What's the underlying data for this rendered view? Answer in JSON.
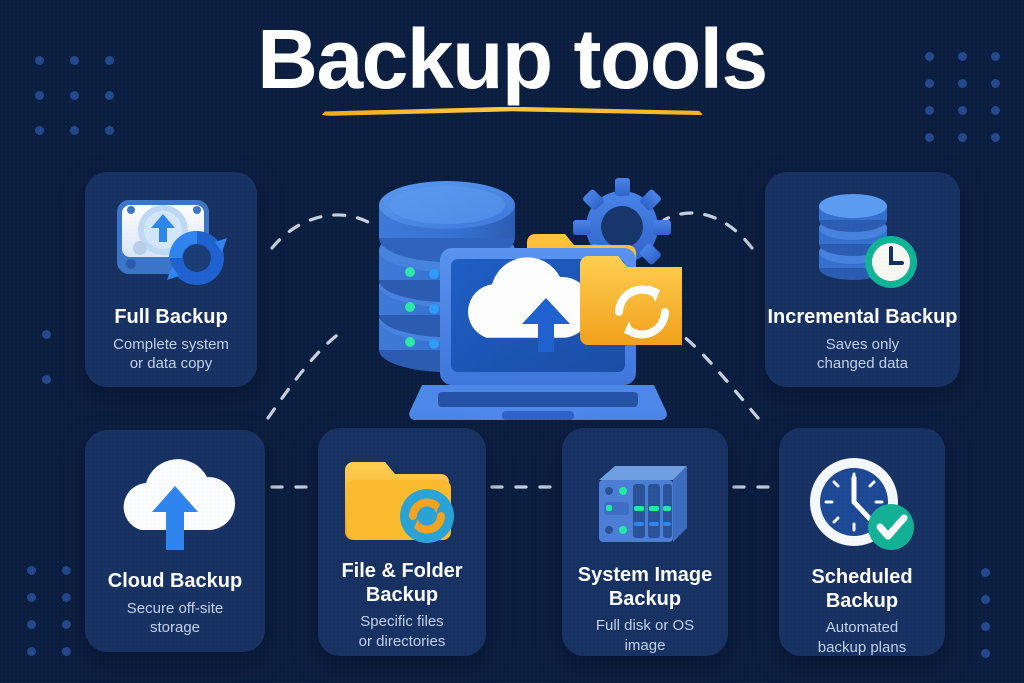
{
  "header": {
    "title": "Backup tools",
    "underline_color": "#f5b223"
  },
  "theme": {
    "page_background": "#0c1e40",
    "card_background": "#173162",
    "title_color": "#ffffff",
    "description_color": "#c3d1e8",
    "accent_blue": "#2f7ced",
    "accent_yellow": "#f5a623",
    "accent_green": "#10b395",
    "dot_color": "#23488c"
  },
  "cards": [
    {
      "id": "full-backup",
      "title": "Full Backup",
      "description": "Complete system\nor data copy",
      "desc_lines": [
        "Complete system",
        "or data copy"
      ],
      "icon": "hard-drive-upload-refresh-icon"
    },
    {
      "id": "incremental-backup",
      "title": "Incremental Backup",
      "description": "Saves only\nchanged data",
      "desc_lines": [
        "Saves only",
        "changed data"
      ],
      "icon": "database-clock-icon"
    },
    {
      "id": "cloud-backup",
      "title": "Cloud Backup",
      "description": "Secure off-site\nstorage",
      "desc_lines": [
        "Secure off-site",
        "storage"
      ],
      "icon": "cloud-upload-icon"
    },
    {
      "id": "file-folder-backup",
      "title_lines": [
        "File & Folder",
        "Backup"
      ],
      "title": "File & Folder Backup",
      "description": "Specific files\nor directories",
      "desc_lines": [
        "Specific files",
        "or directories"
      ],
      "icon": "folder-sync-icon"
    },
    {
      "id": "system-image-backup",
      "title_lines": [
        "System Image",
        "Backup"
      ],
      "title": "System Image Backup",
      "description": "Full disk or OS\nimage",
      "desc_lines": [
        "Full disk or OS",
        "image"
      ],
      "icon": "nas-server-icon"
    },
    {
      "id": "scheduled-backup",
      "title_lines": [
        "Scheduled",
        "Backup"
      ],
      "title": "Scheduled Backup",
      "description": "Automated\nbackup plans",
      "desc_lines": [
        "Automated",
        "backup plans"
      ],
      "icon": "clock-check-icon"
    }
  ],
  "hero": {
    "name": "backup-illustration",
    "elements": [
      "database-stack-icon",
      "laptop-icon",
      "cloud-upload-icon",
      "gear-icon",
      "folder-sync-icon"
    ]
  },
  "decorations": {
    "dot_grids": [
      "top-left",
      "top-right",
      "bottom-left",
      "bottom-right",
      "middle-left"
    ],
    "connectors": "dashed-curved-lines"
  }
}
